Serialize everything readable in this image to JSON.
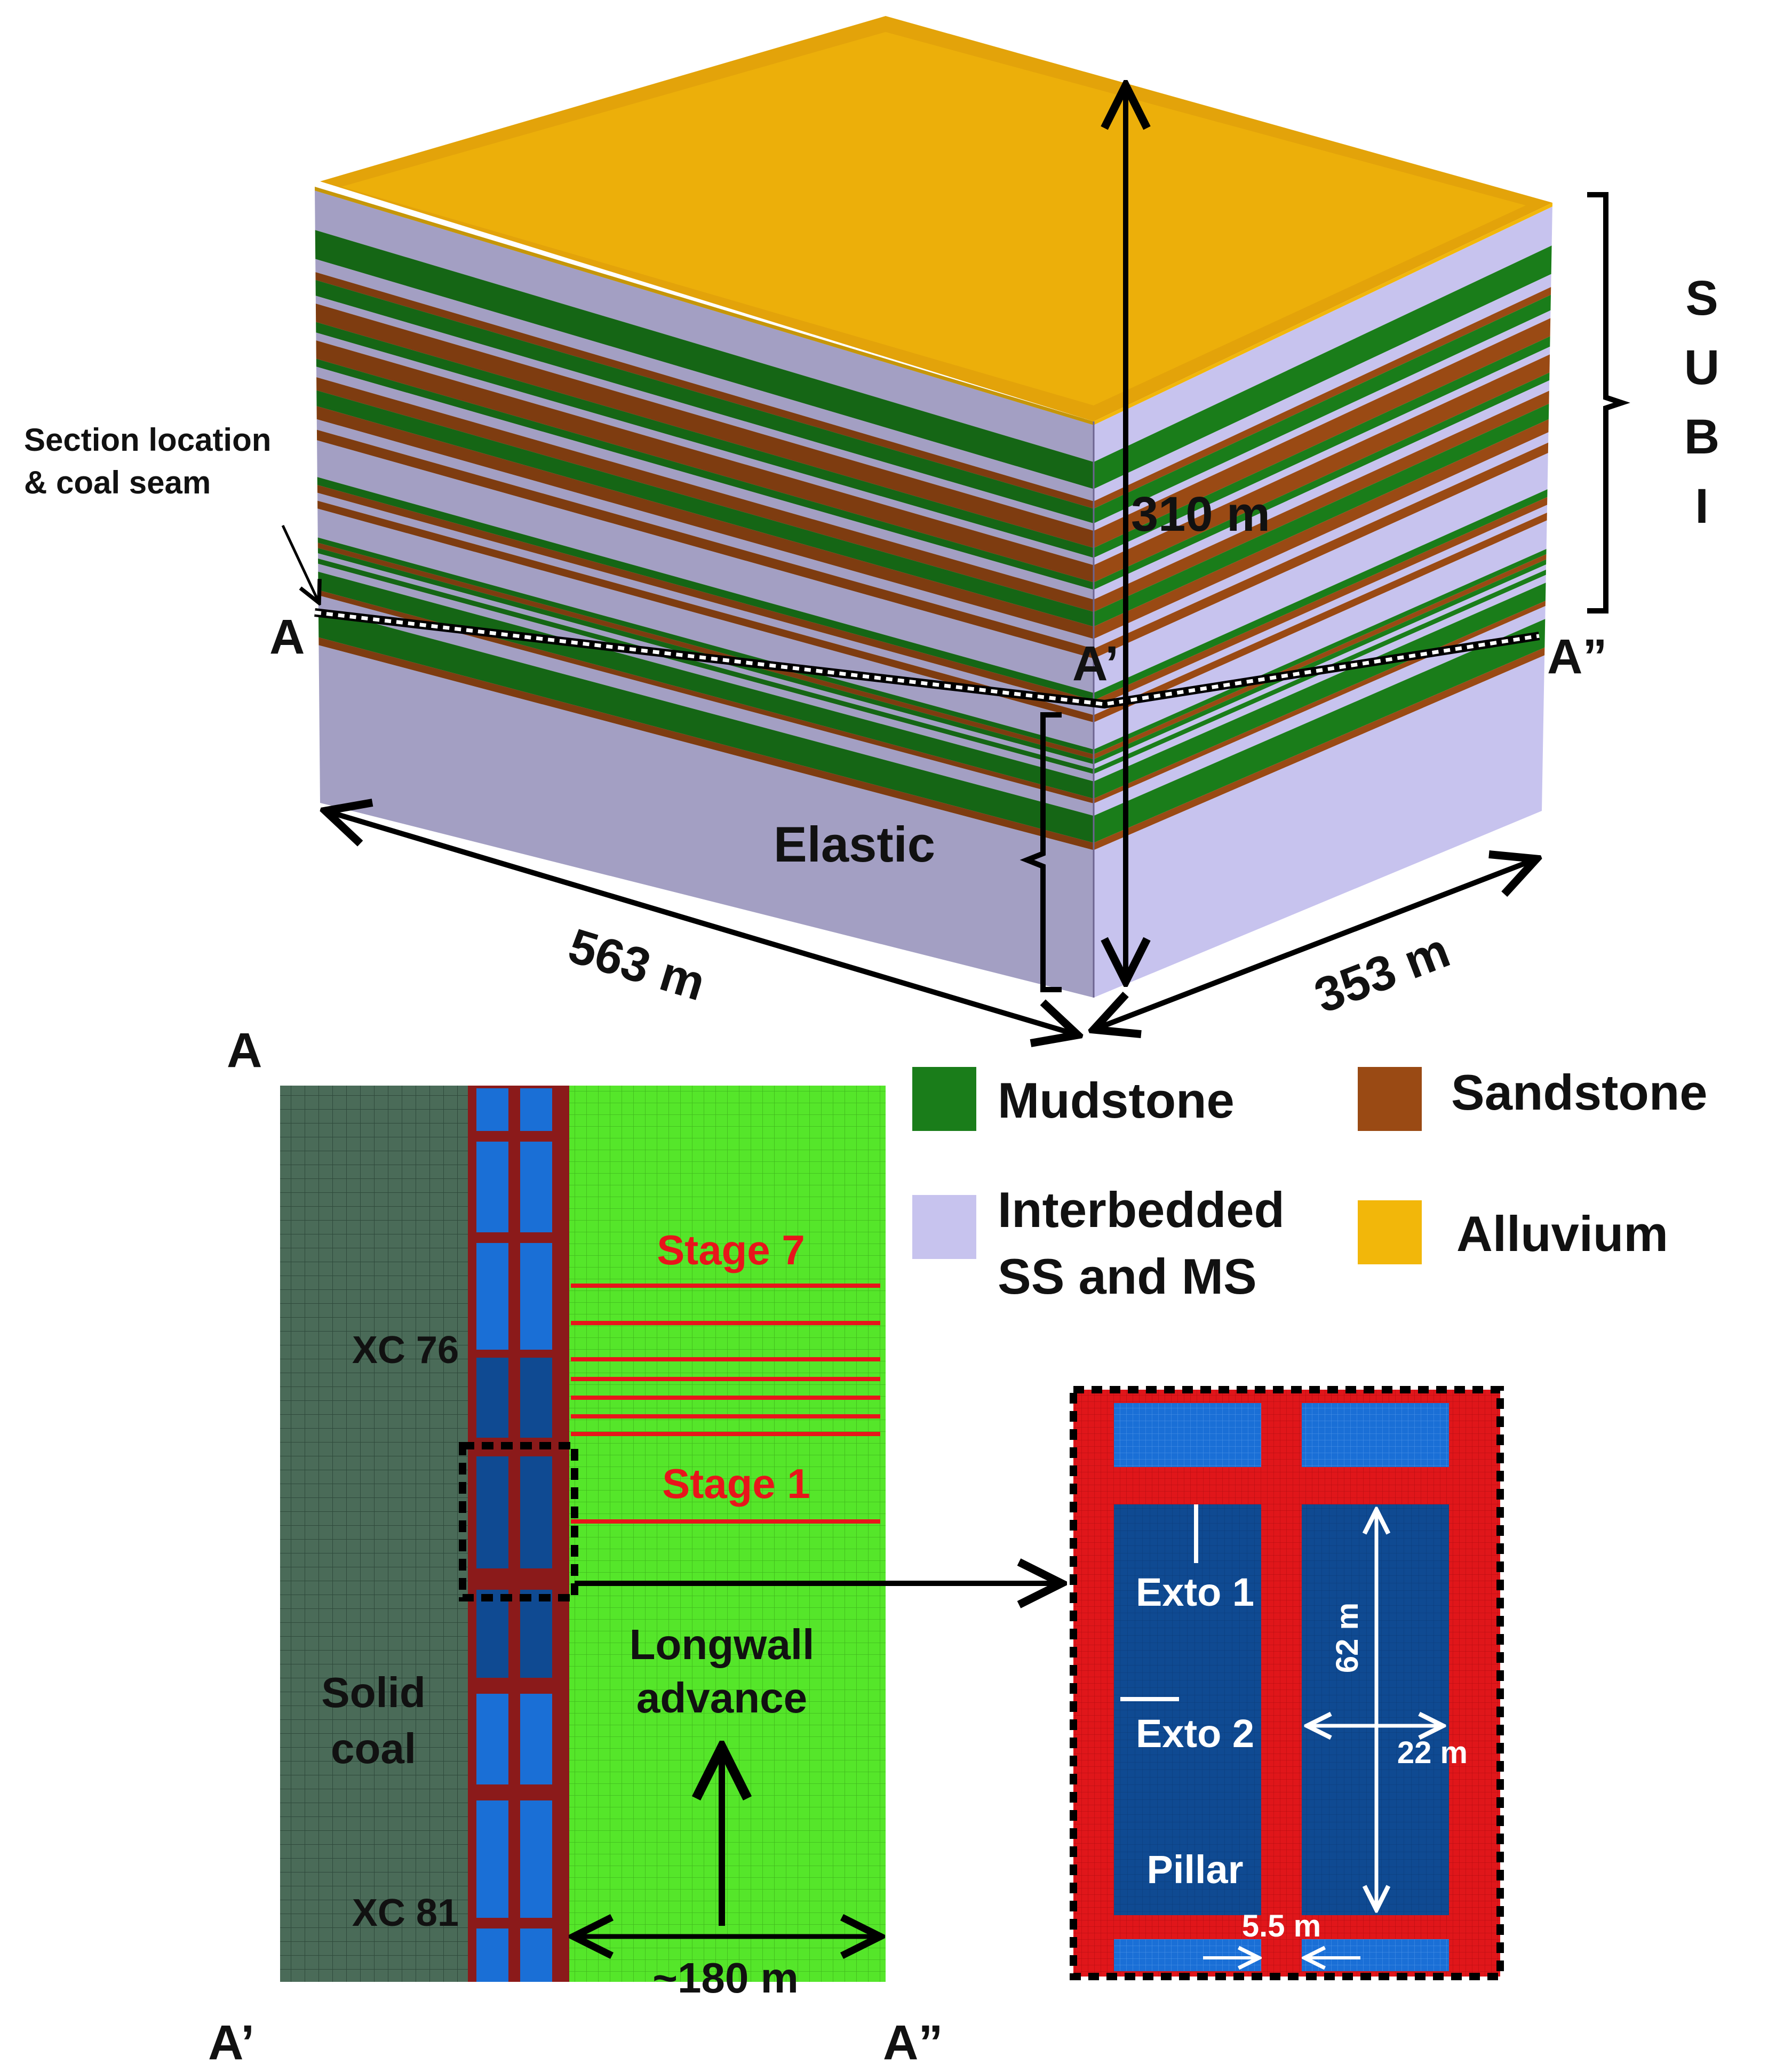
{
  "model_3d": {
    "dimensions": {
      "height": "310 m",
      "length": "563 m",
      "width": "353 m"
    },
    "zones": {
      "subi": [
        "S",
        "U",
        "B",
        "I"
      ],
      "elastic": "Elastic"
    },
    "section_note": [
      "Section location",
      "& coal seam"
    ],
    "section_points": {
      "a": "A",
      "a_prime": "A’",
      "a_double_prime": "A”"
    }
  },
  "legend": [
    {
      "label": [
        "Mudstone"
      ],
      "color": "#1a7d1a"
    },
    {
      "label": [
        "Sandstone"
      ],
      "color": "#9a4a14"
    },
    {
      "label": [
        "Interbedded",
        "SS and MS"
      ],
      "color": "#c7c3ee"
    },
    {
      "label": [
        "Alluvium"
      ],
      "color": "#f2b70a"
    }
  ],
  "plan_view": {
    "corners": {
      "top_left": "A",
      "bottom_left": "A’",
      "bottom_right": "A”"
    },
    "crosscuts": {
      "xc76": "XC 76",
      "xc81": "XC 81"
    },
    "solid_coal": [
      "Solid",
      "coal"
    ],
    "stages": {
      "stage7": "Stage 7",
      "stage1": "Stage 1"
    },
    "longwall": [
      "Longwall",
      "advance"
    ],
    "panel_width": "~180 m"
  },
  "detail": {
    "exto1": "Exto 1",
    "exto2": "Exto 2",
    "pillar": "Pillar",
    "pillar_length": "62 m",
    "pillar_width": "22 m",
    "entry_width": "5.5 m"
  },
  "colors": {
    "mudstone": "#1a7d1a",
    "sandstone": "#9a4a14",
    "interbedded": "#c7c3ee",
    "alluvium": "#f2b70a",
    "solid_coal": "#4a6b58",
    "goaf": "#55e62a",
    "entry_red": "#e0161a",
    "pillar_blue": "#0f4a92",
    "stage_red": "#e8151b"
  }
}
